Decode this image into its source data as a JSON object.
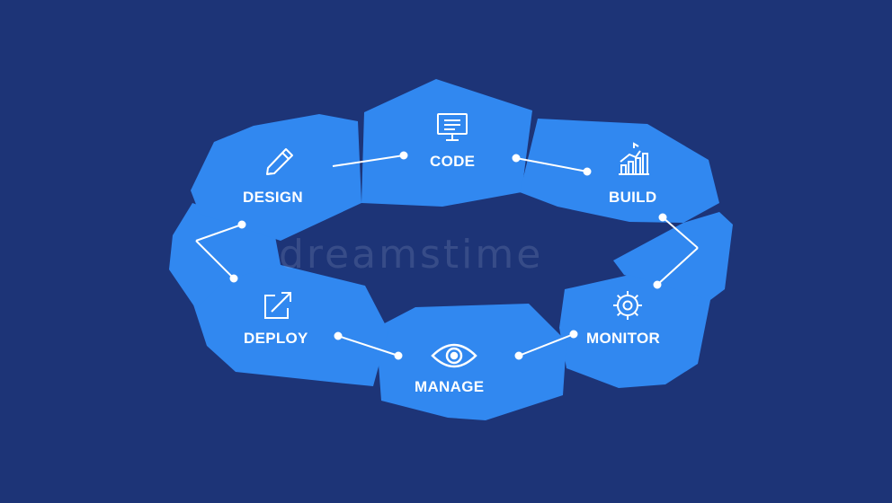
{
  "steps": {
    "code": "CODE",
    "build": "BUILD",
    "monitor": "MONITOR",
    "manage": "MANAGE",
    "deploy": "DEPLOY",
    "design": "DESIGN"
  },
  "icons": {
    "code": "monitor-icon",
    "build": "growth-chart-icon",
    "monitor": "gear-icon",
    "manage": "eye-icon",
    "deploy": "expand-arrow-icon",
    "design": "pencil-icon"
  },
  "colors": {
    "background": "#1d3477",
    "segment": "#3188f0",
    "line": "#ffffff"
  },
  "watermark": "dreamstime"
}
